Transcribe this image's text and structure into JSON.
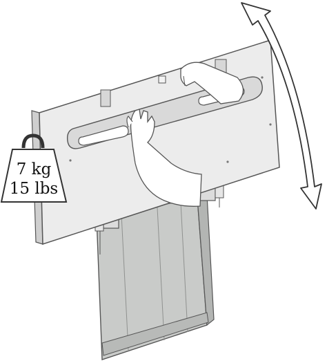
{
  "weight_tag": {
    "line1": "7 kg",
    "line2": "15 lbs",
    "icon": "weight-icon"
  },
  "illustration": {
    "subject": "wall-mounted-panel-tilt",
    "icons": [
      "tilt-arrow-icon",
      "hand-icon"
    ]
  },
  "colors": {
    "panel_face": "#ececec",
    "panel_edge": "#d6d6d6",
    "stand": "#c9cbc9",
    "line": "#555555",
    "arrow_fill": "#ffffff"
  }
}
